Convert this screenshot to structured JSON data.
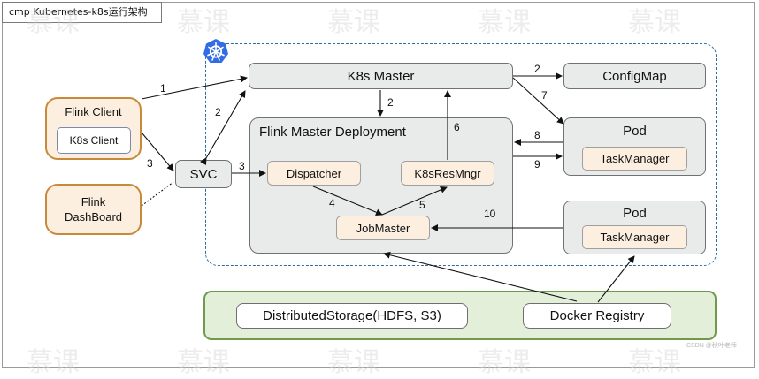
{
  "title": "cmp Kubernetes-k8s运行架构",
  "nodes": {
    "k8s_master": "K8s Master",
    "configmap": "ConfigMap",
    "flink_client": "Flink Client",
    "k8s_client": "K8s Client",
    "flink_dashboard": "Flink DashBoard",
    "svc": "SVC",
    "flink_master_deployment": "Flink Master Deployment",
    "dispatcher": "Dispatcher",
    "k8s_res_mngr": "K8sResMngr",
    "job_master": "JobMaster",
    "pod_1": "Pod",
    "task_manager_1": "TaskManager",
    "pod_2": "Pod",
    "task_manager_2": "TaskManager",
    "distributed_storage": "DistributedStorage(HDFS, S3)",
    "docker_registry": "Docker Registry"
  },
  "edge_labels": {
    "client_to_master": "1",
    "svc_master": "2",
    "master_to_configmap": "2",
    "master_to_flink_deployment": "2",
    "client_to_svc": "3",
    "svc_to_dispatcher": "3",
    "dispatcher_to_jobmaster": "4",
    "jobmaster_to_resmngr": "5",
    "resmngr_to_master": "6",
    "master_to_pod": "7",
    "pod_to_deployment": "8",
    "deployment_to_pod": "9",
    "taskmanager_to_jobmaster": "10"
  },
  "watermark_text": "慕课",
  "footer_text": "CSDN @秋叶老师"
}
